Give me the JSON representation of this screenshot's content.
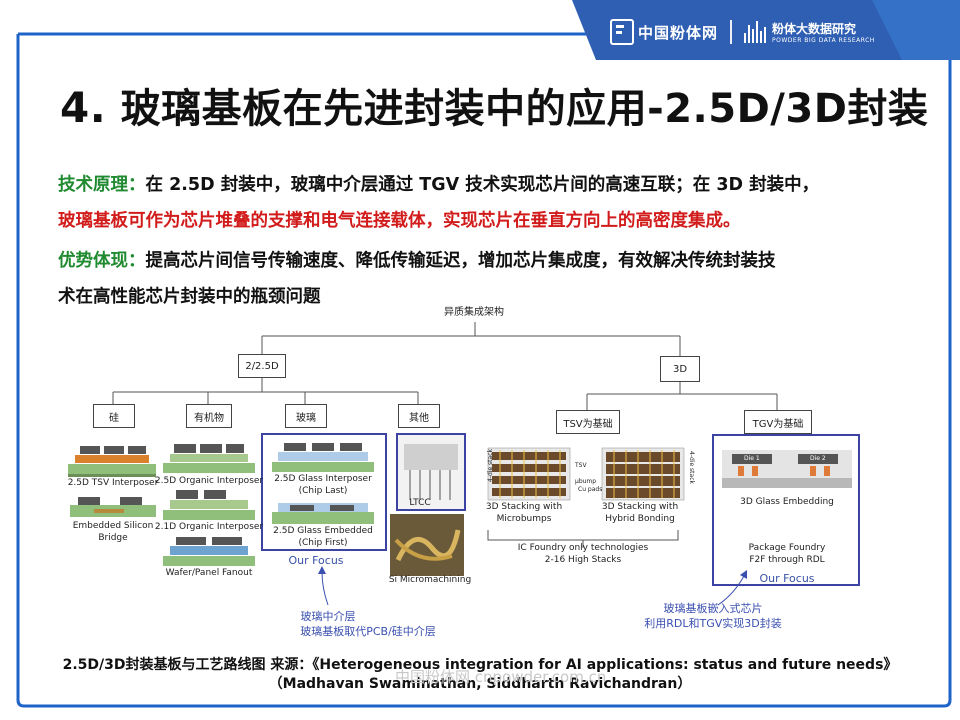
{
  "header": {
    "brand": "中国粉体网",
    "sub_cn": "粉体大数据研究",
    "sub_en": "POWDER BIG DATA RESEARCH",
    "colors": {
      "banner": "#2f5fb3",
      "accent": "#3a7fd6",
      "frame": "#1e63c8"
    }
  },
  "title": {
    "number": "4.",
    "text": "玻璃基板在先进封装中的应用-2.5D/3D封装"
  },
  "paragraphs": {
    "line1_label": "技术原理：",
    "line1_text": "在 2.5D 封装中，玻璃中介层通过 TGV 技术实现芯片间的高速互联；在 3D 封装中，",
    "line2_text": "玻璃基板可作为芯片堆叠的支撑和电气连接载体，实现芯片在垂直方向上的高密度集成。",
    "line3_label": "优势体现：",
    "line3_text": "提高芯片间信号传输速度、降低传输延迟，增加芯片集成度，有效解决传统封装技",
    "line4_text": "术在高性能芯片封装中的瓶颈问题"
  },
  "diagram": {
    "root": "异质集成架构",
    "branch_25d": "2/2.5D",
    "branch_3d": "3D",
    "sub_25d": [
      "硅",
      "有机物",
      "玻璃",
      "其他"
    ],
    "sub_3d": [
      "TSV为基础",
      "TGV为基础"
    ],
    "captions": {
      "tsv_interposer": "2.5D TSV Interposer",
      "embedded_silicon_bridge_1": "Embedded Silicon",
      "embedded_silicon_bridge_2": "Bridge",
      "organic_interposer_25": "2.5D Organic Interposer",
      "organic_interposer_21": "2.1D Organic Interposer",
      "wafer_panel_fanout": "Wafer/Panel Fanout",
      "glass_interposer_1": "2.5D Glass Interposer",
      "glass_interposer_2": "(Chip Last)",
      "glass_embedded_1": "2.5D Glass Embedded",
      "glass_embedded_2": "(Chip First)",
      "our_focus_left": "Our Focus",
      "ltcc": "LTCC",
      "si_micromachining": "Si Micromachining",
      "stack_micro_1": "3D Stacking with",
      "stack_micro_2": "Microbumps",
      "stack_hybrid_1": "3D Stacking with",
      "stack_hybrid_2": "Hybrid Bonding",
      "ic_foundry_1": "IC Foundry only technologies",
      "ic_foundry_2": "2-16 High Stacks",
      "glass_embedding": "3D Glass Embedding",
      "package_foundry_1": "Package Foundry",
      "package_foundry_2": "F2F through RDL",
      "our_focus_right": "Our Focus",
      "four_die_stack": "4-die stack",
      "tsv": "TSV",
      "ubump": "μbump",
      "cu_pads": "Cu pads",
      "die1": "Die 1",
      "die2": "Die 2"
    },
    "annotations": {
      "left_1": "玻璃中介层",
      "left_2": "玻璃基板取代PCB/硅中介层",
      "right_1": "玻璃基板嵌入式芯片",
      "right_2": "利用RDL和TGV实现3D封装"
    }
  },
  "source": {
    "line1": "2.5D/3D封装基板与工艺路线图 来源：《Heterogeneous integration for AI applications: status and future needs》",
    "line2": "（Madhavan Swaminathan, Siddharth Ravichandran）"
  },
  "watermark": "中国粉体网 cnpowder.com.cn"
}
